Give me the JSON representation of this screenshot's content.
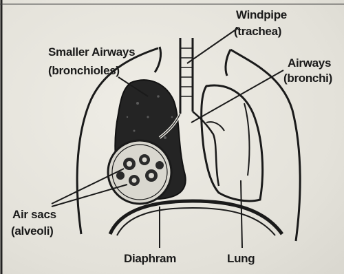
{
  "labels": {
    "windpipe": "Windpipe",
    "trachea": "(trachea)",
    "smaller_airways": "Smaller Airways",
    "bronchioles": "(bronchioles)",
    "airways": "Airways",
    "bronchi": "(bronchi)",
    "air_sacs": "Air sacs",
    "alveoli": "(alveoli)",
    "diaphragm": "Diaphram",
    "lung": "Lung"
  },
  "colors": {
    "ink": "#1a1a1a",
    "lung_dark": "#242424",
    "paper": "#e8e6df"
  }
}
